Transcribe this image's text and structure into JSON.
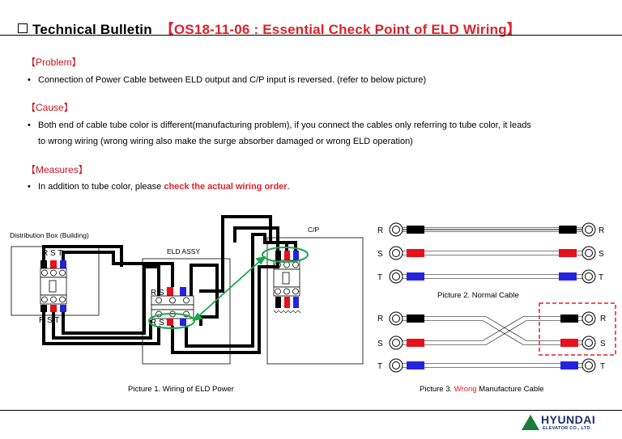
{
  "header": {
    "title_main": "Technical Bulletin",
    "title_ref": "【OS18-11-06 : Essential Check Point of ELD Wiring】"
  },
  "problem": {
    "heading": "【Problem】",
    "bullet": "Connection of Power Cable between ELD output and C/P input is reversed. (refer to below picture)"
  },
  "cause": {
    "heading": "【Cause】",
    "bullet_line1": "Both end of cable tube color is different(manufacturing problem), if you connect the cables only referring to tube color, it leads",
    "bullet_line2": "to wrong wiring (wrong wiring also make the surge absorber damaged or wrong ELD operation)"
  },
  "measures": {
    "heading": "【Measures】",
    "bullet_pre": "In addition to tube color, please ",
    "bullet_highlight": "check the actual wiring order",
    "bullet_post": "."
  },
  "diagram": {
    "distribution_box_label": "Distribution Box (Building)",
    "eld_assy_label": "ELD ASSY",
    "cp_label": "C/P",
    "dist_top_terminals": "R S T",
    "dist_bottom_terminals": "R S T",
    "eld_top_terminals": "R S T",
    "eld_bottom_terminals": "R S T",
    "caption": "Picture 1. Wiring of ELD Power"
  },
  "normal_cable": {
    "left_labels": [
      "R",
      "S",
      "T"
    ],
    "right_labels": [
      "R",
      "S",
      "T"
    ],
    "caption": "Picture 2. Normal Cable"
  },
  "wrong_cable": {
    "left_labels": [
      "R",
      "S",
      "T"
    ],
    "right_labels": [
      "R",
      "S",
      "T"
    ],
    "caption_pre": "Picture 3. ",
    "caption_wrong": "Wrong",
    "caption_post": " Manufacture Cable"
  },
  "logo": {
    "name": "HYUNDAI",
    "sub": "ELEVATOR CO., LTD."
  },
  "colors": {
    "accent_red": "#e0202a",
    "phase_r": "#000000",
    "phase_s": "#e8101a",
    "phase_t": "#2424e0",
    "highlight_green": "#1aa84a"
  }
}
